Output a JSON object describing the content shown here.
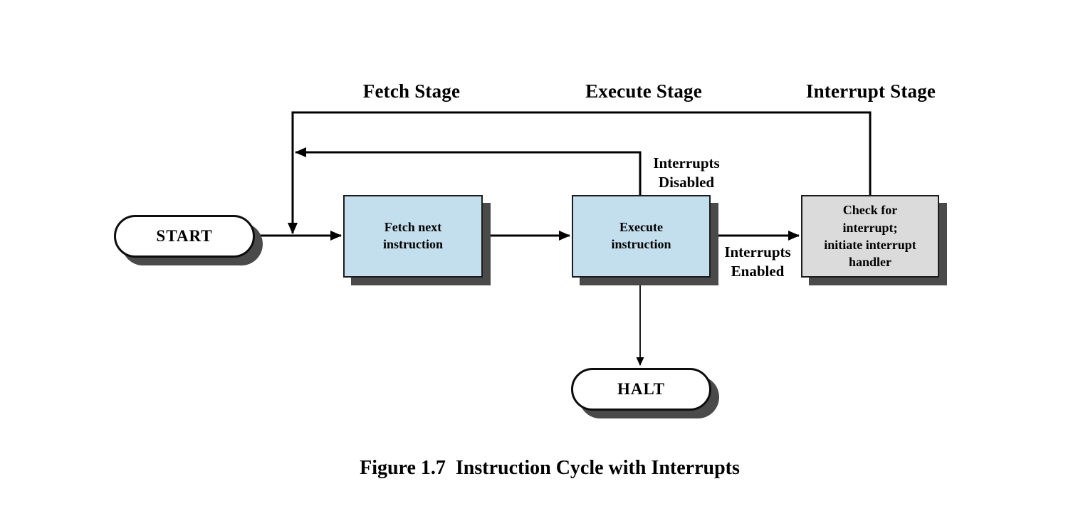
{
  "colors": {
    "background": "#ffffff",
    "process-box": "#c3dfee",
    "interrupt-box": "#dbdbdb",
    "shadow": "#4a4a4a",
    "line": "#000000",
    "border": "#1c1c1c"
  },
  "stages": [
    "Fetch Stage",
    "Execute Stage",
    "Interrupt Stage"
  ],
  "nodes": {
    "start": {
      "label": "START",
      "shape": "oval"
    },
    "fetch": {
      "label": "Fetch next\ninstruction",
      "shape": "rect"
    },
    "execute": {
      "label": "Execute\ninstruction",
      "shape": "rect"
    },
    "check": {
      "label": "Check for\ninterrupt;\ninitiate interrupt\nhandler",
      "shape": "rect"
    },
    "halt": {
      "label": "HALT",
      "shape": "oval"
    }
  },
  "edge_labels": {
    "interrupts_disabled": "Interrupts\nDisabled",
    "interrupts_enabled": "Interrupts\nEnabled"
  },
  "caption": "Figure 1.7  Instruction Cycle with Interrupts"
}
